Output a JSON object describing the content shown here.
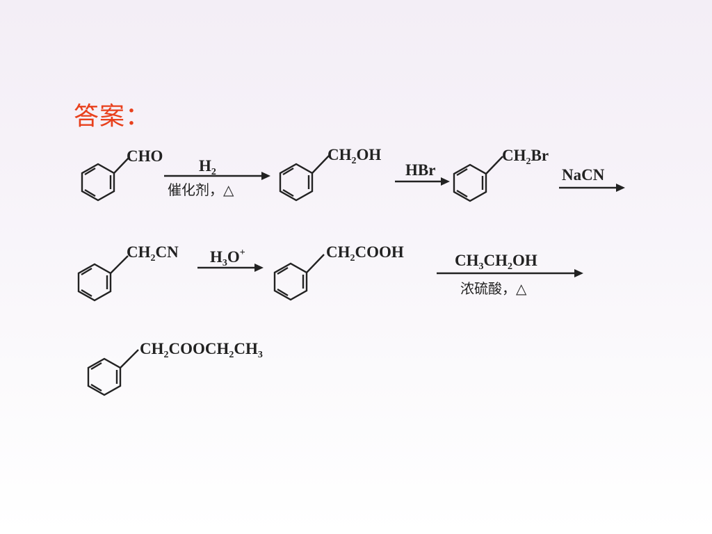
{
  "title": "答案：",
  "molecules": {
    "benzaldehyde": {
      "group": "CHO"
    },
    "benzyl_alcohol": {
      "group_a": "CH",
      "sub_a": "2",
      "group_b": "OH"
    },
    "benzyl_bromide": {
      "group_a": "CH",
      "sub_a": "2",
      "group_b": "Br"
    },
    "benzyl_cyanide": {
      "group_a": "CH",
      "sub_a": "2",
      "group_b": "CN"
    },
    "phenylacetic_acid": {
      "group_a": "CH",
      "sub_a": "2",
      "group_b": "COOH"
    },
    "ethyl_phenylacetate": {
      "p1": "CH",
      "s1": "2",
      "p2": "COOCH",
      "s2": "2",
      "p3": "CH",
      "s3": "3"
    }
  },
  "reactions": {
    "r1": {
      "above_a": "H",
      "above_sub": "2",
      "below": "催化剂，△"
    },
    "r2": {
      "above": "HBr"
    },
    "r3": {
      "above": "NaCN"
    },
    "r4": {
      "above_a": "H",
      "above_sub1": "3",
      "above_b": "O",
      "above_sup": "+"
    },
    "r5": {
      "above_a": "CH",
      "above_sub1": "3",
      "above_b": "CH",
      "above_sub2": "2",
      "above_c": "OH",
      "below": "浓硫酸，△"
    }
  }
}
